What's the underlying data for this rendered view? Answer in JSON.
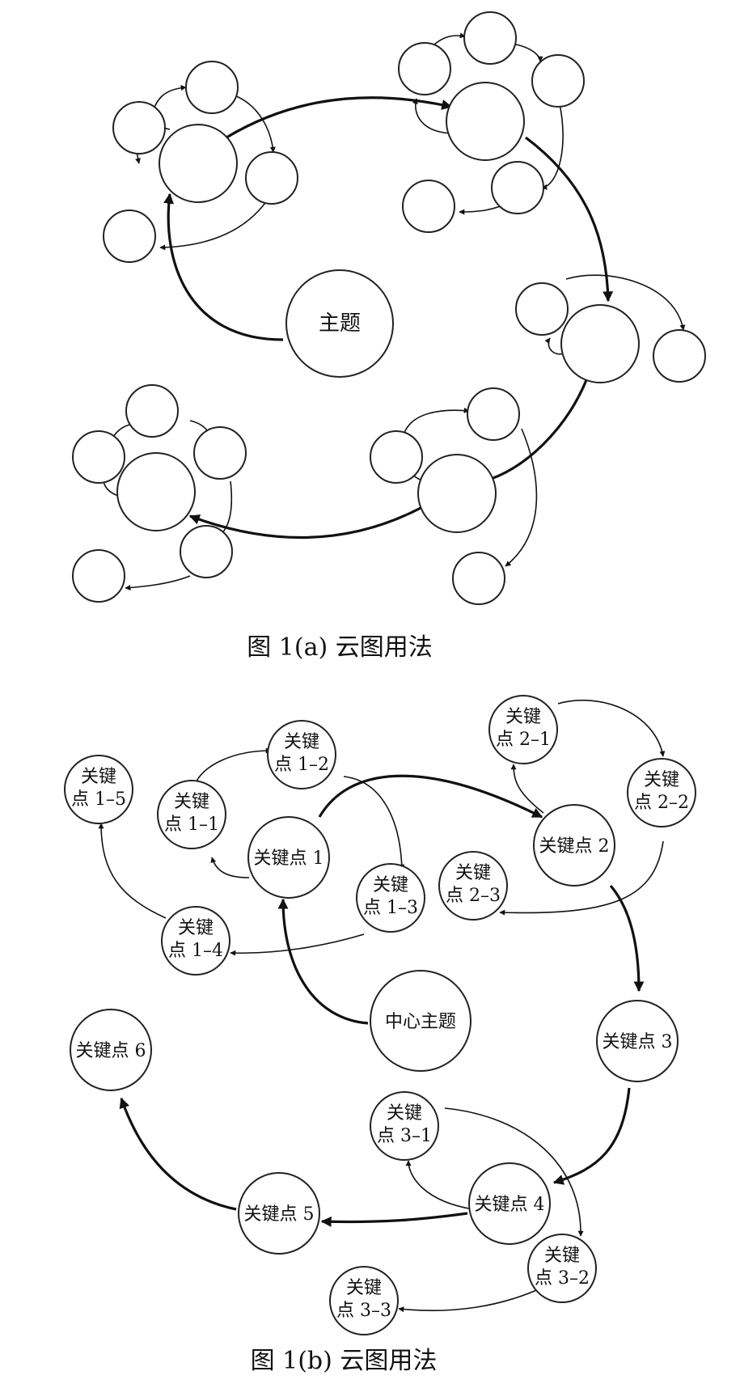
{
  "figure_a": {
    "center_label": "主题",
    "caption": "图 1(a) 云图用法"
  },
  "figure_b": {
    "center_label": "中心主题",
    "key_points": {
      "k1": "关键点 1",
      "k2": "关键点 2",
      "k3": "关键点 3",
      "k4": "关键点 4",
      "k5": "关键点 5",
      "k6": "关键点 6"
    },
    "sub_points": {
      "k1_1": [
        "关键",
        "点 1–1"
      ],
      "k1_2": [
        "关键",
        "点 1–2"
      ],
      "k1_3": [
        "关键",
        "点 1–3"
      ],
      "k1_4": [
        "关键",
        "点 1–4"
      ],
      "k1_5": [
        "关键",
        "点 1–5"
      ],
      "k2_1": [
        "关键",
        "点 2–1"
      ],
      "k2_2": [
        "关键",
        "点 2–2"
      ],
      "k2_3": [
        "关键",
        "点 2–3"
      ],
      "k3_1": [
        "关键",
        "点 3–1"
      ],
      "k3_2": [
        "关键",
        "点 3–2"
      ],
      "k3_3": [
        "关键",
        "点 3–3"
      ]
    },
    "caption": "图 1(b) 云图用法"
  }
}
